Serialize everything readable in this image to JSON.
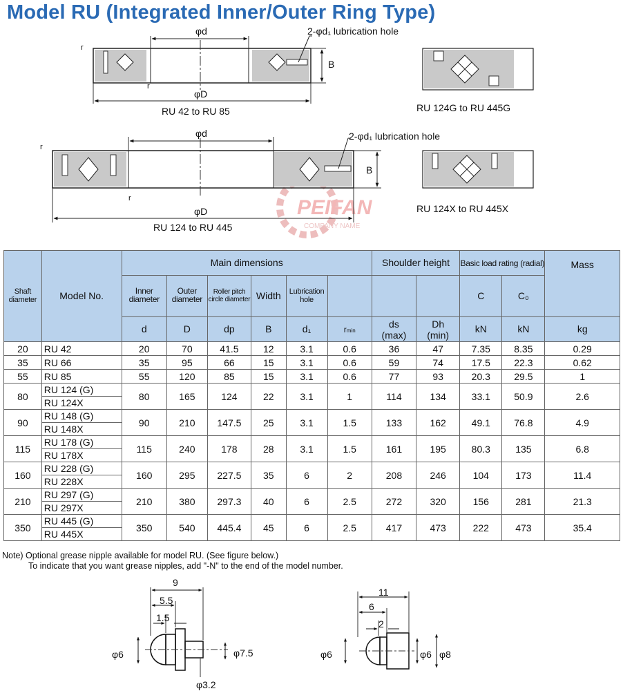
{
  "title": "Model RU (Integrated Inner/Outer Ring Type)",
  "diagrams": {
    "top_caption": "RU 42 to RU 85",
    "top_right_caption": "RU 124G to RU 445G",
    "bottom_caption": "RU 124 to RU 445",
    "bottom_right_caption": "RU 124X to RU 445X",
    "lubrication_label": "2-φd₁ lubrication hole",
    "label_d": "φd",
    "label_D": "φD",
    "label_B": "B",
    "label_r": "r"
  },
  "watermark": {
    "brand": "PEIFAN",
    "sub": "COMPANY NAME"
  },
  "table": {
    "headers": {
      "shaft": "Shaft diameter",
      "model": "Model No.",
      "main_dims": "Main dimensions",
      "inner": "Inner diameter",
      "outer": "Outer diameter",
      "roller": "Roller pitch circle diameter",
      "width": "Width",
      "lub": "Lubrication hole",
      "shoulder": "Shoulder height",
      "load": "Basic load rating (radial)",
      "mass": "Mass",
      "sym_d": "d",
      "sym_D": "D",
      "sym_dp": "dp",
      "sym_B": "B",
      "sym_d1": "d₁",
      "sym_r": "r",
      "sym_r_sub": "min",
      "sym_ds": "ds",
      "sym_ds2": "(max)",
      "sym_Dh": "Dh",
      "sym_Dh2": "(min)",
      "sym_C": "C",
      "sym_C0": "C₀",
      "unit_kN1": "kN",
      "unit_kN2": "kN",
      "unit_kg": "kg"
    },
    "rows": [
      {
        "shaft": "20",
        "models": [
          "RU 42"
        ],
        "d": "20",
        "D": "70",
        "dp": "41.5",
        "B": "12",
        "d1": "3.1",
        "r": "0.6",
        "ds": "36",
        "Dh": "47",
        "C": "7.35",
        "C0": "8.35",
        "mass": "0.29"
      },
      {
        "shaft": "35",
        "models": [
          "RU 66"
        ],
        "d": "35",
        "D": "95",
        "dp": "66",
        "B": "15",
        "d1": "3.1",
        "r": "0.6",
        "ds": "59",
        "Dh": "74",
        "C": "17.5",
        "C0": "22.3",
        "mass": "0.62"
      },
      {
        "shaft": "55",
        "models": [
          "RU 85"
        ],
        "d": "55",
        "D": "120",
        "dp": "85",
        "B": "15",
        "d1": "3.1",
        "r": "0.6",
        "ds": "77",
        "Dh": "93",
        "C": "20.3",
        "C0": "29.5",
        "mass": "1"
      },
      {
        "shaft": "80",
        "models": [
          "RU 124 (G)",
          "RU 124X"
        ],
        "d": "80",
        "D": "165",
        "dp": "124",
        "B": "22",
        "d1": "3.1",
        "r": "1",
        "ds": "114",
        "Dh": "134",
        "C": "33.1",
        "C0": "50.9",
        "mass": "2.6"
      },
      {
        "shaft": "90",
        "models": [
          "RU 148 (G)",
          "RU 148X"
        ],
        "d": "90",
        "D": "210",
        "dp": "147.5",
        "B": "25",
        "d1": "3.1",
        "r": "1.5",
        "ds": "133",
        "Dh": "162",
        "C": "49.1",
        "C0": "76.8",
        "mass": "4.9"
      },
      {
        "shaft": "115",
        "models": [
          "RU 178 (G)",
          "RU 178X"
        ],
        "d": "115",
        "D": "240",
        "dp": "178",
        "B": "28",
        "d1": "3.1",
        "r": "1.5",
        "ds": "161",
        "Dh": "195",
        "C": "80.3",
        "C0": "135",
        "mass": "6.8"
      },
      {
        "shaft": "160",
        "models": [
          "RU 228 (G)",
          "RU 228X"
        ],
        "d": "160",
        "D": "295",
        "dp": "227.5",
        "B": "35",
        "d1": "6",
        "r": "2",
        "ds": "208",
        "Dh": "246",
        "C": "104",
        "C0": "173",
        "mass": "11.4"
      },
      {
        "shaft": "210",
        "models": [
          "RU 297 (G)",
          "RU 297X"
        ],
        "d": "210",
        "D": "380",
        "dp": "297.3",
        "B": "40",
        "d1": "6",
        "r": "2.5",
        "ds": "272",
        "Dh": "320",
        "C": "156",
        "C0": "281",
        "mass": "21.3"
      },
      {
        "shaft": "350",
        "models": [
          "RU 445 (G)",
          "RU 445X"
        ],
        "d": "350",
        "D": "540",
        "dp": "445.4",
        "B": "45",
        "d1": "6",
        "r": "2.5",
        "ds": "417",
        "Dh": "473",
        "C": "222",
        "C0": "473",
        "mass": "35.4"
      }
    ]
  },
  "note": {
    "line1": "Note) Optional grease nipple available for model RU. (See figure below.)",
    "line2": "To indicate that you want grease nipples, add \"-N\" to the end of the model number."
  },
  "nipples": {
    "left": {
      "dim_9": "9",
      "dim_5_5": "5.5",
      "dim_1_5": "1.5",
      "dia_6": "φ6",
      "dia_7_5": "φ7.5",
      "dia_3_2": "φ3.2"
    },
    "right": {
      "dim_11": "11",
      "dim_6": "6",
      "dim_2": "2",
      "dia_6a": "φ6",
      "dia_6b": "φ6",
      "dia_8": "φ8"
    }
  }
}
